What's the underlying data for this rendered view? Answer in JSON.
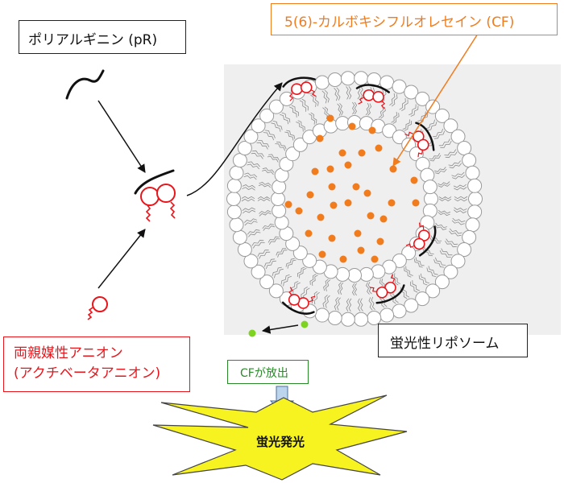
{
  "labels": {
    "polyarginine": "ポリアルギニン (pR)",
    "cf": "5(6)-カルボキシフルオレセイン (CF)",
    "liposome": "蛍光性リポソーム",
    "amphiphile_line1": "両親媒性アニオン",
    "amphiphile_line2": "(アクチベータアニオン)",
    "release": "CFが放出",
    "emission": "蛍光発光"
  },
  "colors": {
    "black": "#111111",
    "orange": "#f07c1e",
    "red": "#e8151b",
    "green": "#2a8a2a",
    "lime": "#7ed321",
    "yellow": "#f7f320",
    "arrow_fill": "#bcd4ec",
    "head_fill": "#ffffff",
    "head_stroke": "#9a9a9a",
    "bg": "#efefef"
  }
}
